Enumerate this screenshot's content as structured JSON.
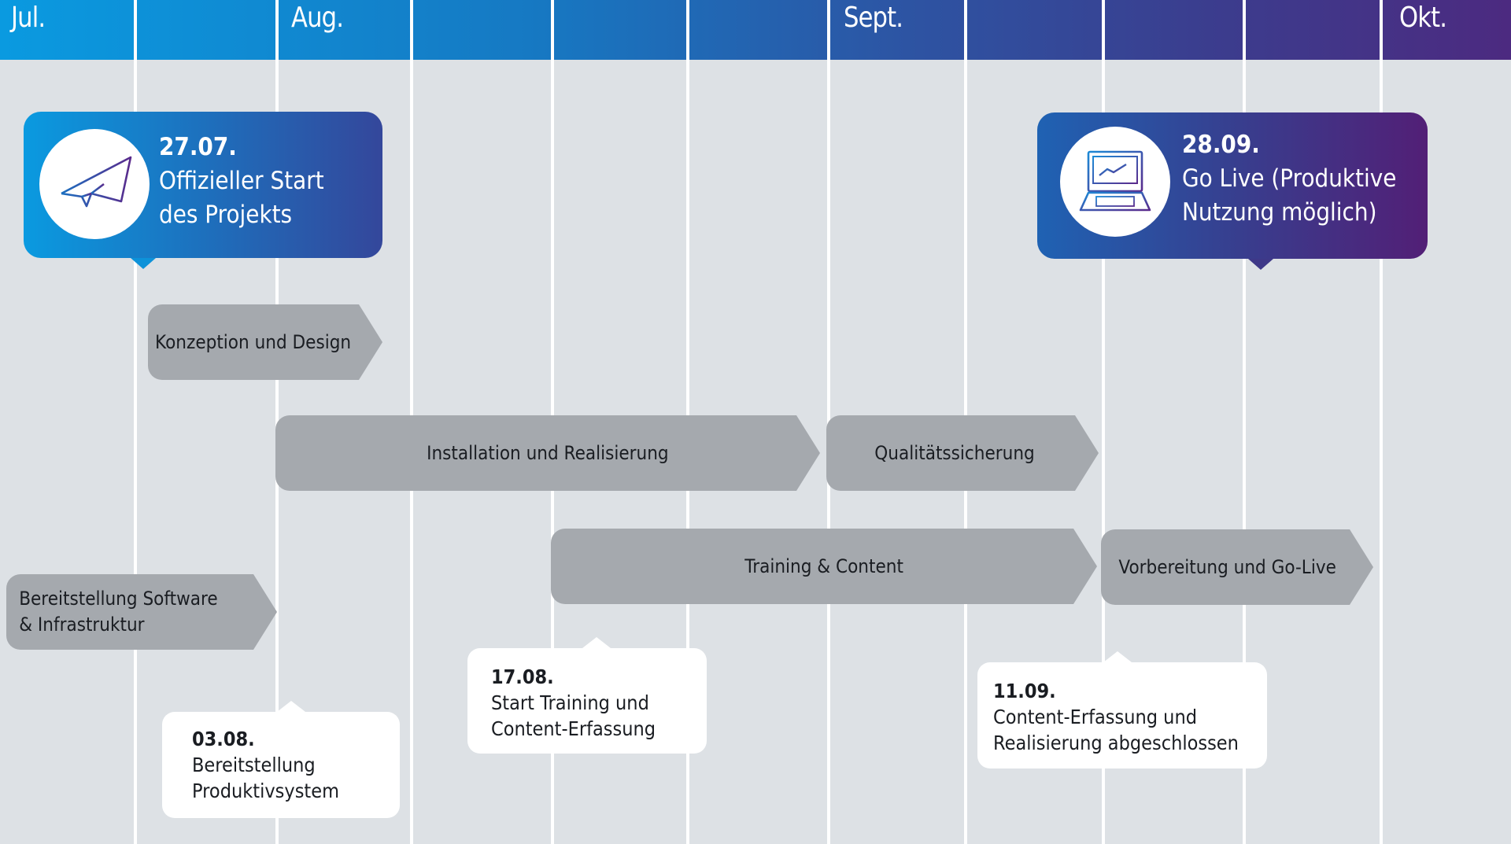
{
  "timeline": {
    "months": [
      {
        "label": "Jul."
      },
      {
        "label": "Aug."
      },
      {
        "label": "Sept."
      },
      {
        "label": "Okt."
      }
    ],
    "header_gradient": [
      "#0a9ae0",
      "#1679c3",
      "#2d54a3",
      "#3b3d8e",
      "#4c2a80"
    ],
    "background_color": "#dde1e5",
    "phase_color": "#a5a9ae"
  },
  "milestones_major": [
    {
      "date": "27.07.",
      "line1": "Offizieller Start",
      "line2": "des Projekts",
      "icon": "paper-plane-icon"
    },
    {
      "date": "28.09.",
      "line1": "Go Live (Produktive",
      "line2": "Nutzung möglich)",
      "icon": "laptop-chart-icon"
    }
  ],
  "phases": [
    {
      "label": "Konzeption und Design"
    },
    {
      "label": "Installation und Realisierung"
    },
    {
      "label": "Qualitätssicherung"
    },
    {
      "label": "Training & Content"
    },
    {
      "label": "Vorbereitung und Go-Live"
    },
    {
      "line1": "Bereitstellung Software",
      "line2": "& Infrastruktur"
    }
  ],
  "milestones_minor": [
    {
      "date": "03.08.",
      "line1": "Bereitstellung",
      "line2": "Produktivsystem"
    },
    {
      "date": "17.08.",
      "line1": "Start Training und",
      "line2": "Content-Erfassung"
    },
    {
      "date": "11.09.",
      "line1": "Content-Erfassung und",
      "line2": "Realisierung abgeschlossen"
    }
  ]
}
